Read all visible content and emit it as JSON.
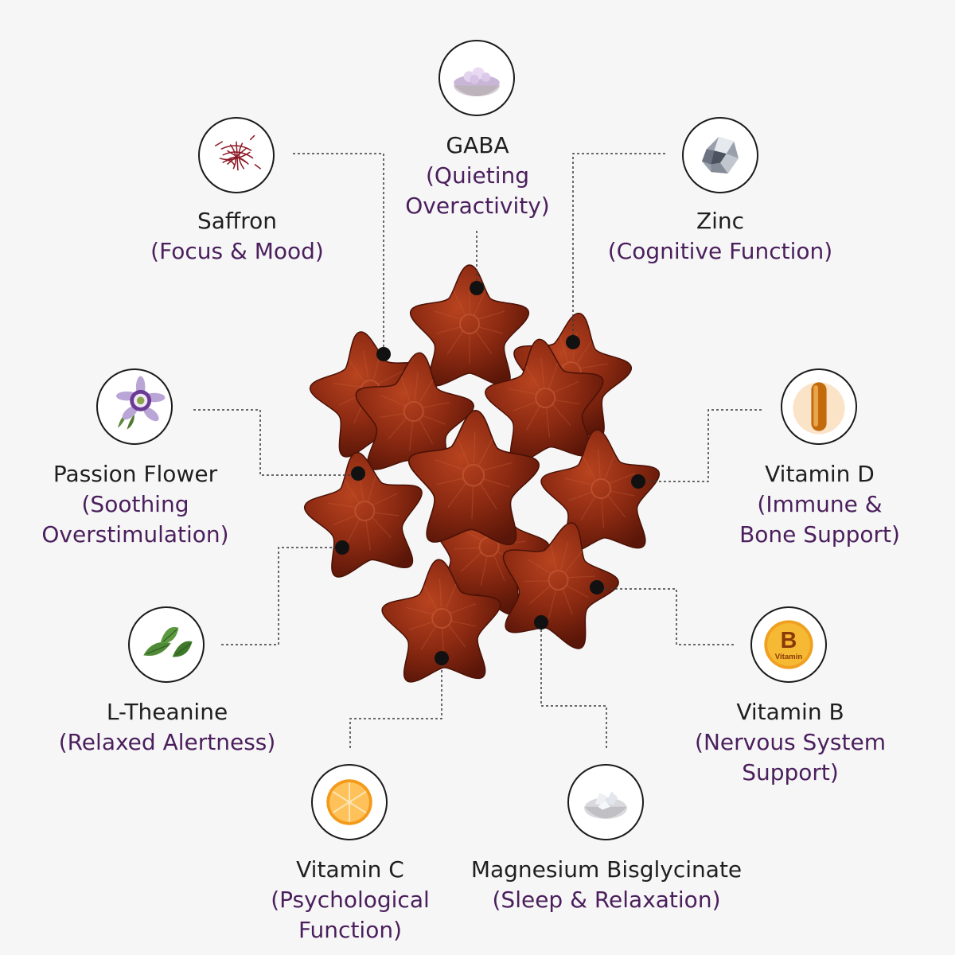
{
  "ingredients": {
    "gaba": {
      "name": "GABA",
      "benefit_line1": "(Quieting",
      "benefit_line2": "Overactivity)",
      "icon": "gaba-powder-icon"
    },
    "saffron": {
      "name": "Saffron",
      "benefit_line1": "(Focus & Mood)",
      "icon": "saffron-threads-icon"
    },
    "zinc": {
      "name": "Zinc",
      "benefit_line1": "(Cognitive Function)",
      "icon": "zinc-mineral-icon"
    },
    "passion_flower": {
      "name": "Passion Flower",
      "benefit_line1": "(Soothing",
      "benefit_line2": "Overstimulation)",
      "icon": "passion-flower-icon"
    },
    "vitamin_d": {
      "name": "Vitamin D",
      "benefit_line1": "(Immune &",
      "benefit_line2": "Bone Support)",
      "icon": "vitamin-d-capsule-icon"
    },
    "l_theanine": {
      "name": "L-Theanine",
      "benefit_line1": "(Relaxed Alertness)",
      "icon": "tea-leaves-icon"
    },
    "vitamin_b": {
      "name": "Vitamin B",
      "benefit_line1": "(Nervous System",
      "benefit_line2": "Support)",
      "icon": "vitamin-b-badge-icon",
      "badge_letter": "B",
      "badge_word": "Vitamin"
    },
    "vitamin_c": {
      "name": "Vitamin C",
      "benefit_line1": "(Psychological",
      "benefit_line2": "Function)",
      "icon": "orange-slice-icon"
    },
    "magnesium": {
      "name": "Magnesium Bisglycinate",
      "benefit_line1": "(Sleep & Relaxation)",
      "icon": "magnesium-crystals-icon"
    }
  },
  "colors": {
    "ingredient_name": "#1f1f1f",
    "benefit_text": "#4a1f5c",
    "gummy": "#8c2a12",
    "background": "#f7f6f7"
  }
}
